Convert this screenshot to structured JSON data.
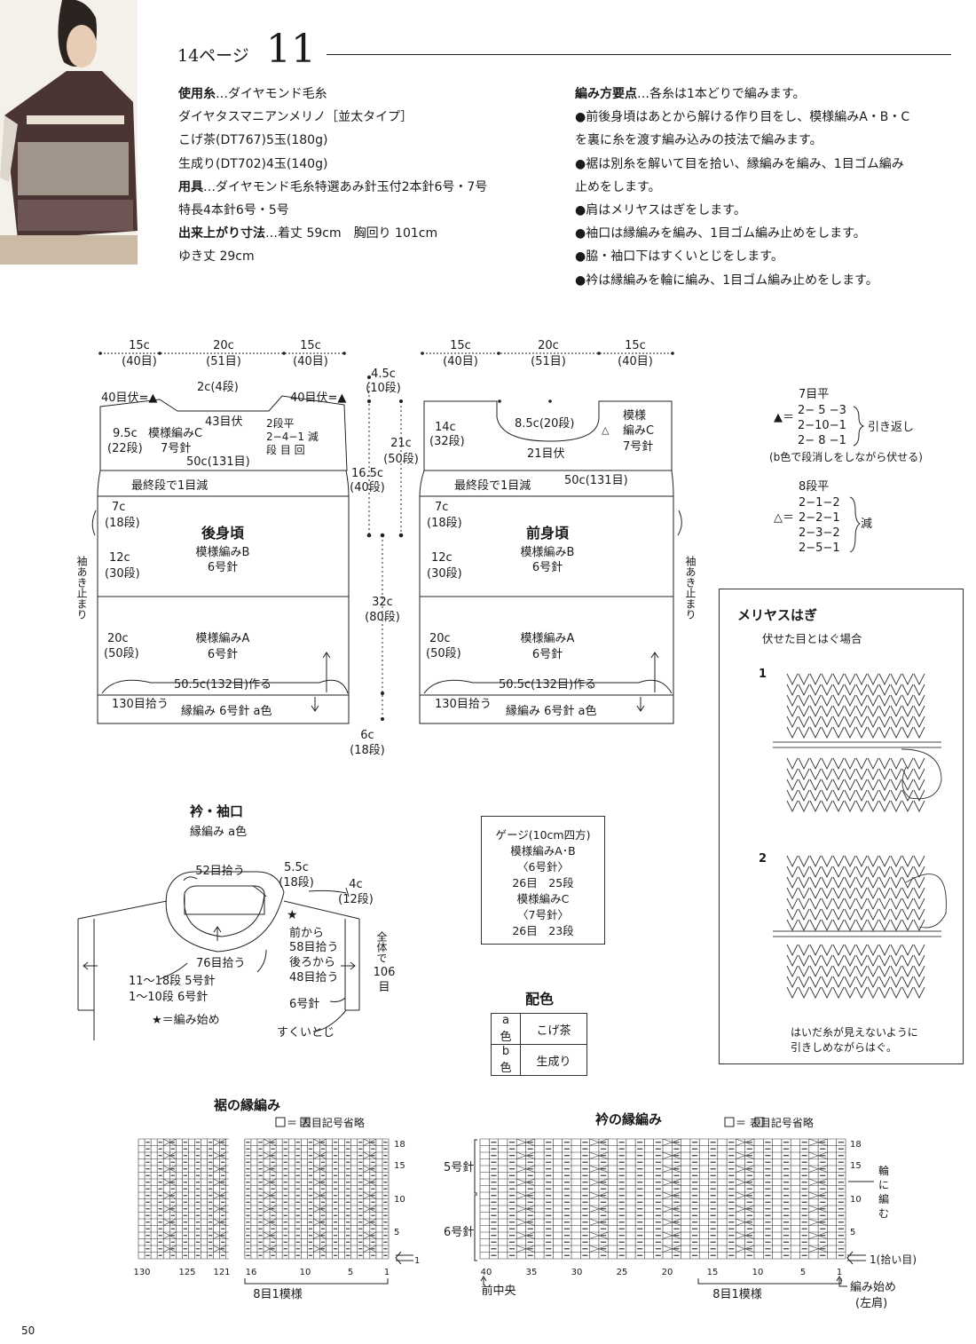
{
  "header": {
    "page_ref": "14ページ",
    "pattern_no": "11"
  },
  "materials": [
    {
      "label": "使用糸",
      "text": "…ダイヤモンド毛糸"
    },
    {
      "label": "",
      "text": "ダイヤタスマニアンメリノ［並太タイプ］"
    },
    {
      "label": "",
      "text": "こげ茶(DT767)5玉(180g)"
    },
    {
      "label": "",
      "text": "生成り(DT702)4玉(140g)"
    },
    {
      "label": "用具",
      "text": "…ダイヤモンド毛糸特選あみ針玉付2本針6号・7号"
    },
    {
      "label": "",
      "text": "特長4本針6号・5号"
    },
    {
      "label": "出来上がり寸法",
      "text": "…着丈 59cm　胸回り 101cm"
    },
    {
      "label": "",
      "text": "ゆき丈 29cm"
    }
  ],
  "points": [
    {
      "label": "編み方要点",
      "text": "…各糸は1本どりで編みます。"
    },
    {
      "label": "",
      "text": "●前後身頃はあとから解ける作り目をし、模様編みA・B・C"
    },
    {
      "label": "",
      "text": "を裏に糸を渡す編み込みの技法で編みます。"
    },
    {
      "label": "",
      "text": "●裾は別糸を解いて目を拾い、縁編みを編み、1目ゴム編み"
    },
    {
      "label": "",
      "text": "止めをします。"
    },
    {
      "label": "",
      "text": "●肩はメリヤスはぎをします。"
    },
    {
      "label": "",
      "text": "●袖口は縁編みを編み、1目ゴム編み止めをします。"
    },
    {
      "label": "",
      "text": "●脇・袖口下はすくいとじをします。"
    },
    {
      "label": "",
      "text": "●衿は縁編みを輪に編み、1目ゴム編み止めをします。"
    }
  ],
  "diagram": {
    "top_15c": "15c",
    "top_20c": "20c",
    "top_40me": "(40目)",
    "top_51me": "(51目)",
    "back": {
      "bind40": "40目伏=▲",
      "neck_2c": "2c(4段)",
      "neck_43": "43目伏",
      "steps_flat": "2段平",
      "steps_dec": "2−4−1 減",
      "steps_hdr": "段 目 回",
      "side_95c": "9.5c",
      "side_22dan": "(22段)",
      "patC": "模様編みC",
      "needle7": "7号針",
      "width50": "50c(131目)",
      "lastdec": "最終段で1目減",
      "c7": "7c",
      "dan18": "(18段)",
      "c12": "12c",
      "dan30": "(30段)",
      "c20": "20c",
      "dan50": "(50段)",
      "title": "後身頃",
      "patB": "模様編みB",
      "needle6": "6号針",
      "patA": "模様編みA",
      "cast": "50.5c(132目)作る",
      "pick": "130目拾う",
      "edge": "縁編み 6号針 a色",
      "arm": "袖あき止まり"
    },
    "front": {
      "c14": "14c",
      "dan32": "(32段)",
      "neck": "8.5c(20段)",
      "neck21": "21目伏",
      "patC": "模様",
      "patC2": "編みC",
      "needle7": "7号針",
      "width50": "50c(131目)",
      "title": "前身頃"
    },
    "mid": {
      "c45": "4.5c",
      "d10": "(10段)",
      "c21": "21c",
      "d50": "(50段)",
      "c165": "16.5c",
      "d40": "(40段)",
      "c32": "32c",
      "d80": "(80段)",
      "c6": "6c",
      "d18": "(18段)"
    },
    "legend": {
      "t7flat": "7目平",
      "tri_fill": "▲＝",
      "r1": "2− 5 −3",
      "r2": "2−10−1",
      "r3": "2− 8 −1",
      "turn": "引き返し",
      "note": "(b色で段消しをしながら伏せる)",
      "t8flat": "8段平",
      "tri_open": "△＝",
      "s1": "2−1−2",
      "s2": "2−2−1",
      "s3": "2−3−2",
      "s4": "2−5−1",
      "dec": "減"
    }
  },
  "collar": {
    "title": "衿・袖口",
    "sub": "縁編み a色",
    "p52": "52目拾う",
    "c55": "5.5c",
    "d18": "(18段)",
    "c4": "4c",
    "d12": "(12段)",
    "p76": "76目拾う",
    "rows1": "11〜18段 5号針",
    "rows2": "1〜10段 6号針",
    "start": "★＝編み始め",
    "front": "前から",
    "p58": "58目拾う",
    "back": "後ろから",
    "p48": "48目拾う",
    "needle6": "6号針",
    "sukui": "すくいとじ",
    "total": "全体で",
    "total_n": "106",
    "total_me": "目"
  },
  "gauge": {
    "l1": "ゲージ(10cm四方)",
    "l2": "模様編みA･B",
    "l3": "〈6号針〉",
    "l4": "26目　25段",
    "l5": "模様編みC",
    "l6": "〈7号針〉",
    "l7": "26目　23段"
  },
  "colors": {
    "title": "配色",
    "rows": [
      {
        "k": "a色",
        "v": "こげ茶"
      },
      {
        "k": "b色",
        "v": "生成り"
      }
    ]
  },
  "meriyasu": {
    "title": "メリヤスはぎ",
    "sub": "伏せた目とはぐ場合",
    "s1": "1",
    "s2": "2",
    "note1": "はいだ糸が見えないように",
    "note2": "引きしめながらはぐ。"
  },
  "hem_chart": {
    "title": "裾の縁編み",
    "legend": "＝ 表目記号省略",
    "x": [
      "130",
      "125",
      "121",
      "16",
      "10",
      "5",
      "1"
    ],
    "y": [
      "18",
      "15",
      "10",
      "5",
      "1"
    ],
    "repeat": "8目1模様"
  },
  "collar_chart": {
    "title": "衿の縁編み",
    "legend": "＝ 表目記号省略",
    "x": [
      "40",
      "35",
      "30",
      "25",
      "20",
      "15",
      "10",
      "5",
      "1"
    ],
    "y": [
      "18",
      "15",
      "10",
      "5"
    ],
    "row1": "1(拾い目)",
    "n5": "5号針",
    "n6": "6号針",
    "ring": [
      "輪",
      "に",
      "編",
      "む"
    ],
    "center": "前中央",
    "repeat": "8目1模様",
    "startA": "編み始め",
    "startB": "(左肩)"
  },
  "page_number": "50"
}
